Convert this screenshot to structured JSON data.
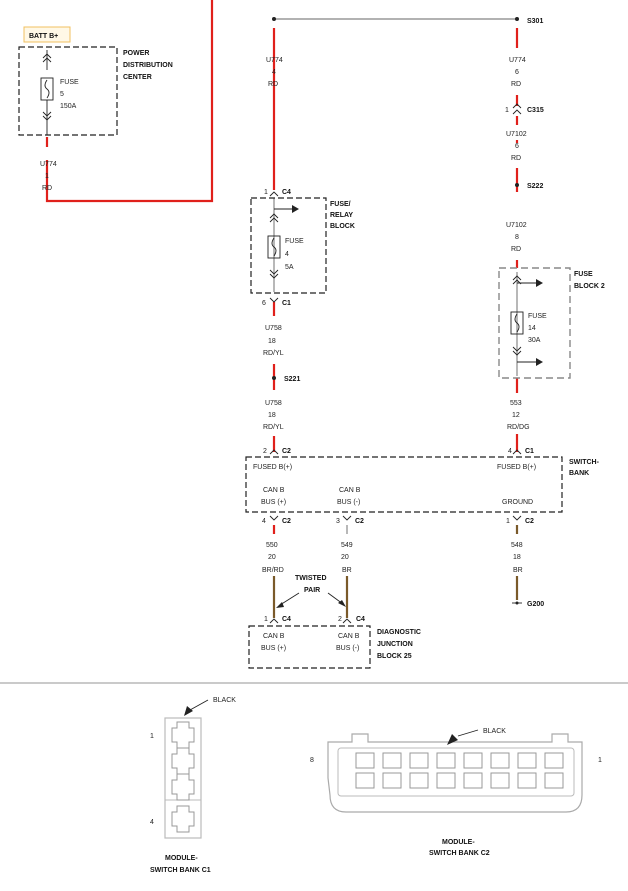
{
  "batt_label": "BATT B+",
  "pdc": {
    "name_lines": [
      "POWER",
      "DISTRIBUTION",
      "CENTER"
    ],
    "fuse_label": "FUSE",
    "fuse_no": "5",
    "fuse_amp": "150A"
  },
  "wire_u774_pdc": {
    "circuit": "U774",
    "gauge": "1",
    "color": "RD"
  },
  "wire_u774_top": {
    "circuit": "U774",
    "gauge": "4",
    "color": "RD"
  },
  "wire_u774_s301": {
    "circuit": "U774",
    "gauge": "6",
    "color": "RD"
  },
  "wire_u7102_a": {
    "circuit": "U7102",
    "gauge": "6",
    "color": "RD"
  },
  "wire_u7102_b": {
    "circuit": "U7102",
    "gauge": "8",
    "color": "RD"
  },
  "wire_u758_a": {
    "circuit": "U758",
    "gauge": "18",
    "color": "RD/YL"
  },
  "wire_u758_b": {
    "circuit": "U758",
    "gauge": "18",
    "color": "RD/YL"
  },
  "wire_553": {
    "circuit": "553",
    "gauge": "12",
    "color": "RD/DG"
  },
  "wire_550": {
    "circuit": "550",
    "gauge": "20",
    "color": "BR/RD"
  },
  "wire_549": {
    "circuit": "549",
    "gauge": "20",
    "color": "BR"
  },
  "wire_548": {
    "circuit": "548",
    "gauge": "18",
    "color": "BR"
  },
  "splices": {
    "s301": "S301",
    "c315": "C315",
    "c315_pin": "1",
    "s222": "S222",
    "s221": "S221",
    "g200": "G200"
  },
  "fuse_relay_block": {
    "name_lines": [
      "FUSE/",
      "RELAY",
      "BLOCK"
    ],
    "fuse_label": "FUSE",
    "fuse_no": "4",
    "fuse_amp": "5A",
    "c4_pin": "1",
    "c4": "C4",
    "c1_pin": "6",
    "c1": "C1"
  },
  "fuse_block_2": {
    "name_lines": [
      "FUSE",
      "BLOCK 2"
    ],
    "fuse_label": "FUSE",
    "fuse_no": "14",
    "fuse_amp": "30A"
  },
  "switch_bank": {
    "name_lines": [
      "SWITCH-",
      "BANK"
    ],
    "fused_left": "FUSED B(+)",
    "fused_right": "FUSED B(+)",
    "canb_pos": [
      "CAN B",
      "BUS (+)"
    ],
    "canb_neg": [
      "CAN B",
      "BUS (-)"
    ],
    "ground": "GROUND",
    "c2_top": {
      "pin": "2",
      "name": "C2"
    },
    "c1_top": {
      "pin": "4",
      "name": "C1"
    },
    "c2_a": {
      "pin": "4",
      "name": "C2"
    },
    "c2_b": {
      "pin": "3",
      "name": "C2"
    },
    "c2_c": {
      "pin": "1",
      "name": "C2"
    }
  },
  "twisted_pair_lines": [
    "TWISTED",
    "PAIR"
  ],
  "djb": {
    "name_lines": [
      "DIAGNOSTIC",
      "JUNCTION",
      "BLOCK 25"
    ],
    "canb_pos": [
      "CAN B",
      "BUS (+)"
    ],
    "canb_neg": [
      "CAN B",
      "BUS (-)"
    ],
    "c4_a": {
      "pin": "1",
      "name": "C4"
    },
    "c4_b": {
      "pin": "2",
      "name": "C4"
    }
  },
  "connector_c1": {
    "color": "BLACK",
    "pin_top": "1",
    "pin_bottom": "4",
    "name_lines": [
      "MODULE-",
      "SWITCH BANK C1"
    ]
  },
  "connector_c2": {
    "color": "BLACK",
    "pin_left": "8",
    "pin_right": "1",
    "name_lines": [
      "MODULE-",
      "SWITCH BANK C2"
    ]
  }
}
